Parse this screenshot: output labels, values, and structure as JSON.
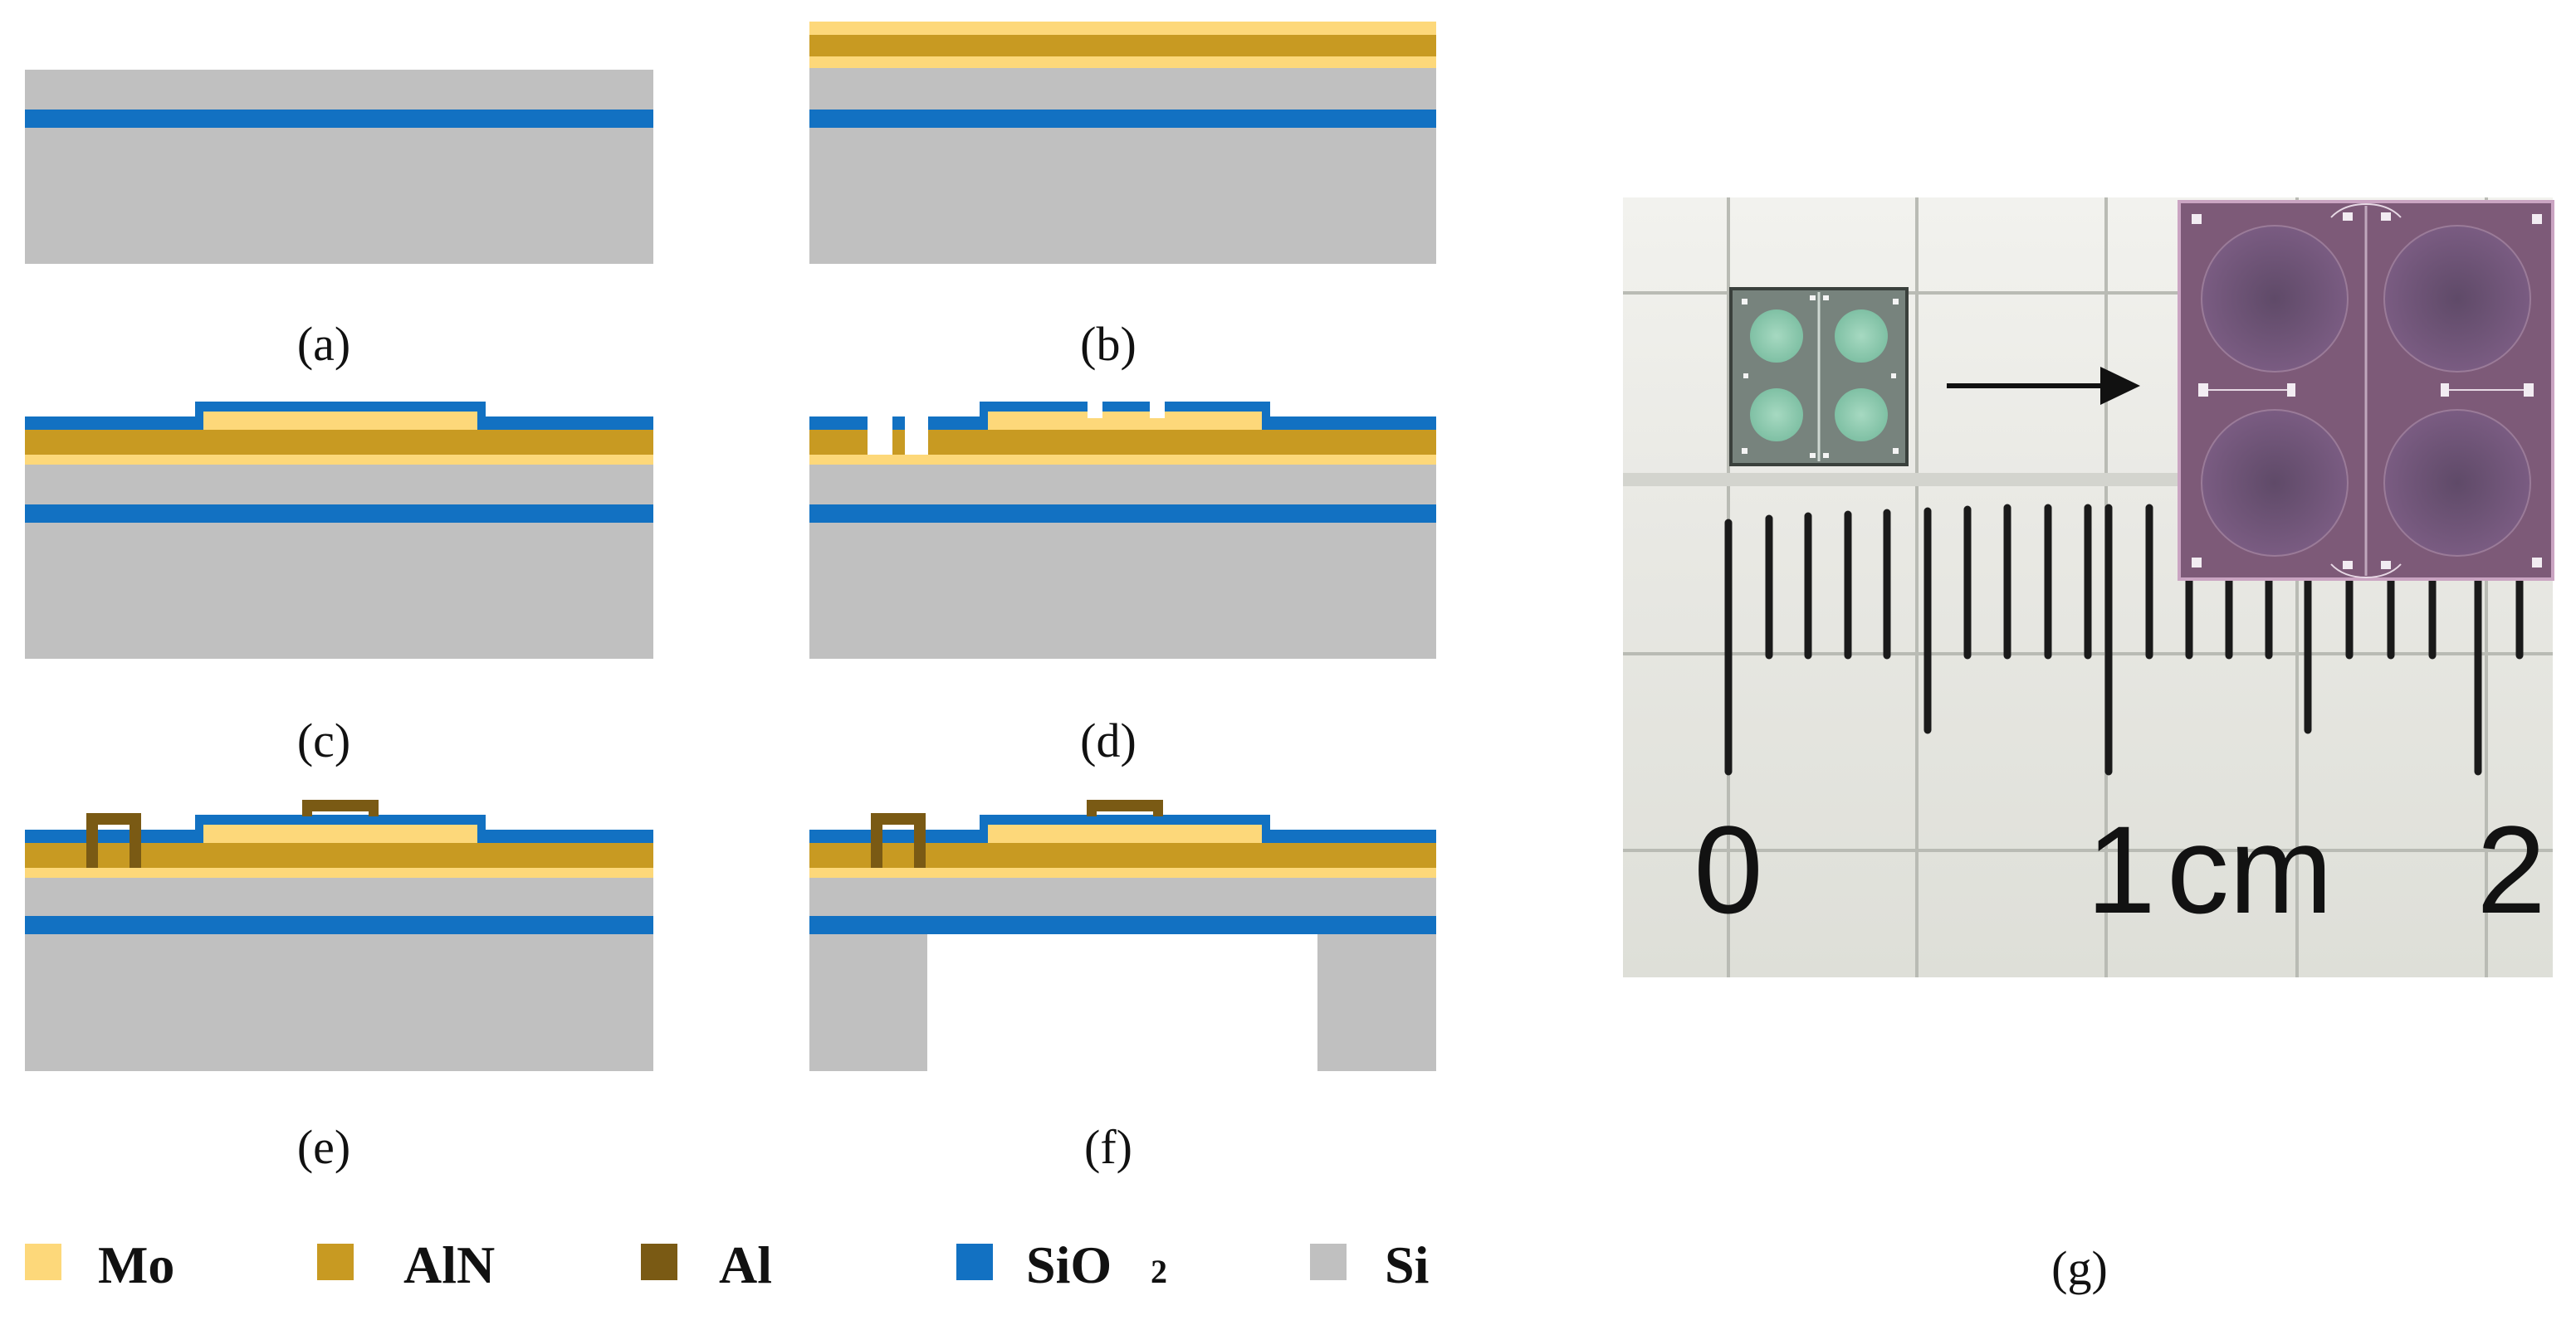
{
  "panels": [
    {
      "id": "a",
      "caption": "(a)"
    },
    {
      "id": "b",
      "caption": "(b)"
    },
    {
      "id": "c",
      "caption": "(c)"
    },
    {
      "id": "d",
      "caption": "(d)"
    },
    {
      "id": "e",
      "caption": "(e)"
    },
    {
      "id": "f",
      "caption": "(f)"
    },
    {
      "id": "g",
      "caption": "(g)"
    }
  ],
  "legend": [
    {
      "label": "Mo",
      "color": "#fdd87a"
    },
    {
      "label": "AlN",
      "color": "#c89a22"
    },
    {
      "label": "Al",
      "color": "#7a5a14"
    },
    {
      "label": "SiO",
      "subscript": "2",
      "color": "#1271c2"
    },
    {
      "label": "Si",
      "color": "#c0c0c0"
    }
  ],
  "materials": {
    "Mo": "#fdd87a",
    "AlN": "#c89a22",
    "Al": "#7a5a14",
    "SiO2": "#1271c2",
    "Si": "#c0c0c0"
  },
  "photo": {
    "ruler_labels": [
      "0",
      "1",
      "cm",
      "2"
    ]
  }
}
